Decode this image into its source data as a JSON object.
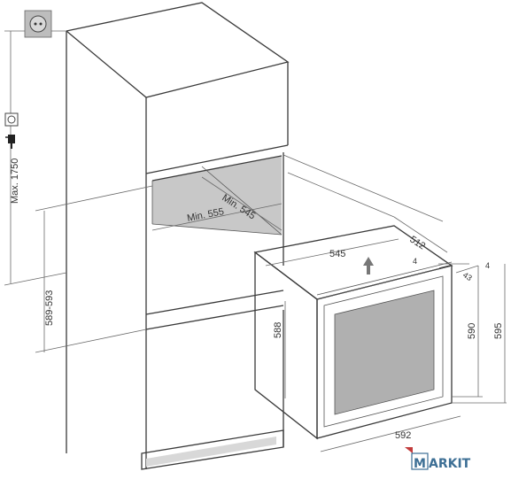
{
  "dimensions": {
    "max_height": "Max. 1750",
    "niche_height": "589-593",
    "min_width": "Min. 555",
    "min_depth": "Min. 545",
    "top_width": "545",
    "top_depth": "512",
    "gap_top": "4",
    "side_gap": "4",
    "front_offset": "43",
    "door_height": "588",
    "body_height": "590",
    "total_height": "595",
    "total_width": "592"
  },
  "logo": {
    "text": "MARKIT"
  },
  "colors": {
    "line": "#3a3a3a",
    "shade": "#c8c8c8",
    "glass": "#b0b0b0",
    "logo_blue": "#3d6f95",
    "logo_red": "#c23b3b"
  },
  "icons": [
    "power-socket-icon",
    "plug-icon",
    "arrow-up-icon"
  ]
}
